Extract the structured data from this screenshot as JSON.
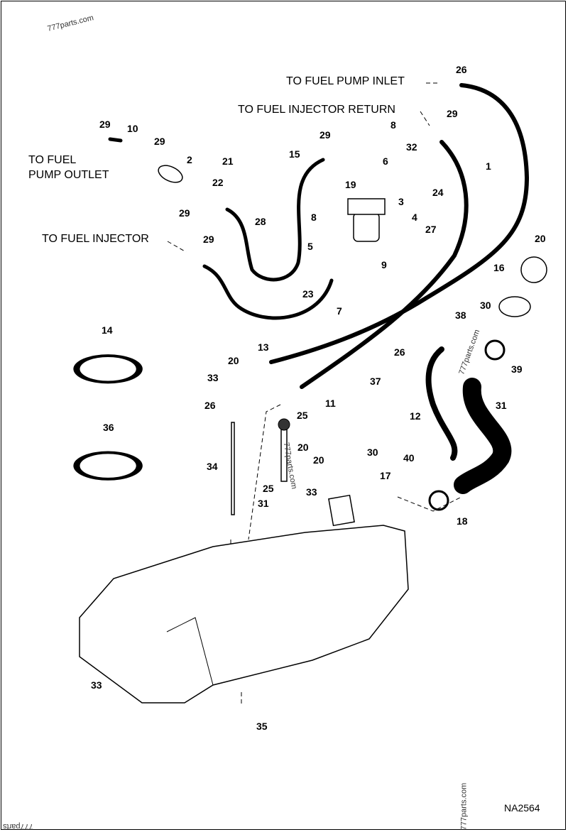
{
  "diagram": {
    "code": "NA2564",
    "watermarks": [
      "777parts.com",
      "777parts.com",
      "777parts.com",
      "777parts.com",
      "777parts"
    ]
  },
  "labels": {
    "fuel_pump_inlet": "TO FUEL PUMP INLET",
    "fuel_injector_return": "TO FUEL INJECTOR RETURN",
    "fuel_pump_outlet_1": "TO FUEL",
    "fuel_pump_outlet_2": "PUMP OUTLET",
    "fuel_injector": "TO FUEL INJECTOR"
  },
  "callouts": [
    "26",
    "29",
    "29",
    "10",
    "29",
    "2",
    "21",
    "22",
    "28",
    "29",
    "15",
    "29",
    "8",
    "32",
    "6",
    "1",
    "19",
    "3",
    "24",
    "8",
    "4",
    "27",
    "29",
    "5",
    "20",
    "9",
    "16",
    "23",
    "7",
    "30",
    "38",
    "14",
    "13",
    "26",
    "20",
    "37",
    "33",
    "26",
    "25",
    "11",
    "12",
    "31",
    "39",
    "36",
    "20",
    "20",
    "30",
    "40",
    "34",
    "25",
    "17",
    "33",
    "31",
    "18",
    "33",
    "35"
  ]
}
